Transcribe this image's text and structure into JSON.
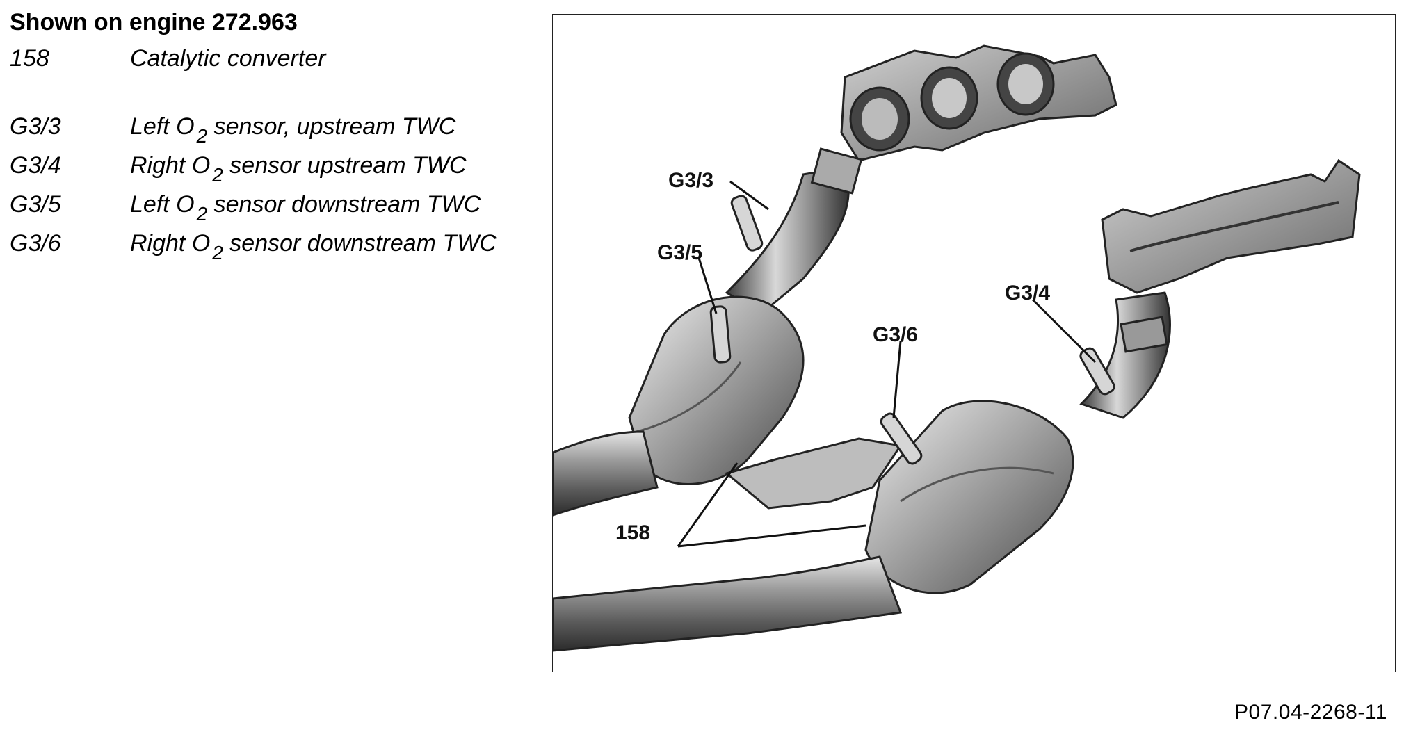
{
  "legend": {
    "title": "Shown on engine 272.963",
    "items": [
      {
        "code": "158",
        "text": "Catalytic converter",
        "sub": "",
        "tail": ""
      },
      {
        "code": "G3/3",
        "text": "Left O",
        "sub": "2",
        "tail": " sensor, upstream TWC"
      },
      {
        "code": "G3/4",
        "text": "Right O",
        "sub": "2",
        "tail": " sensor upstream TWC"
      },
      {
        "code": "G3/5",
        "text": "Left O",
        "sub": "2",
        "tail": " sensor downstream TWC"
      },
      {
        "code": "G3/6",
        "text": "Right O",
        "sub": "2",
        "tail": " sensor downstream TWC"
      }
    ]
  },
  "figure": {
    "callouts": {
      "g33": "G3/3",
      "g35": "G3/5",
      "g34": "G3/4",
      "g36": "G3/6",
      "c158": "158"
    },
    "code": "P07.04-2268-11"
  }
}
